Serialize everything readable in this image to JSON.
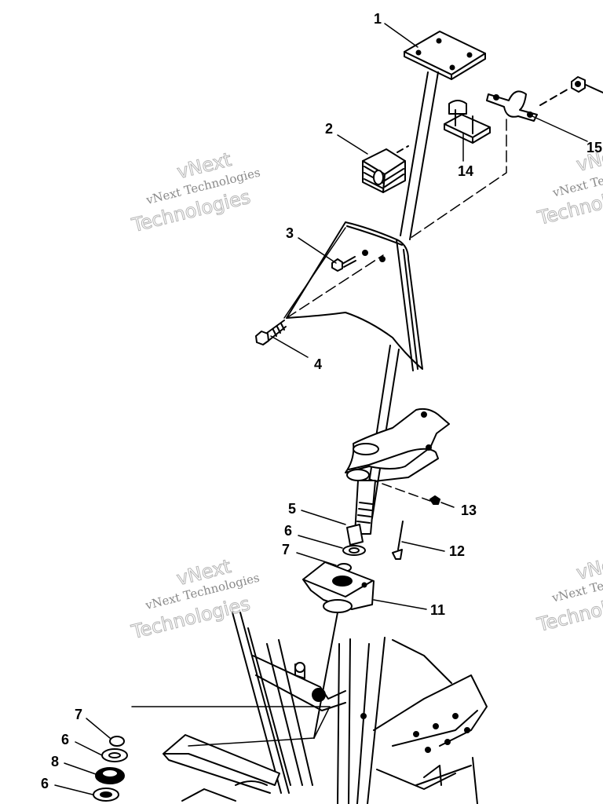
{
  "diagram": {
    "callouts": [
      "1",
      "2",
      "3",
      "4",
      "5",
      "6",
      "7",
      "11",
      "12",
      "13",
      "14",
      "15",
      "7",
      "6",
      "8",
      "6"
    ]
  },
  "watermark": {
    "top_line": "vNext",
    "middle_line": "vNext Technologies",
    "bottom_line": "Technologies"
  }
}
